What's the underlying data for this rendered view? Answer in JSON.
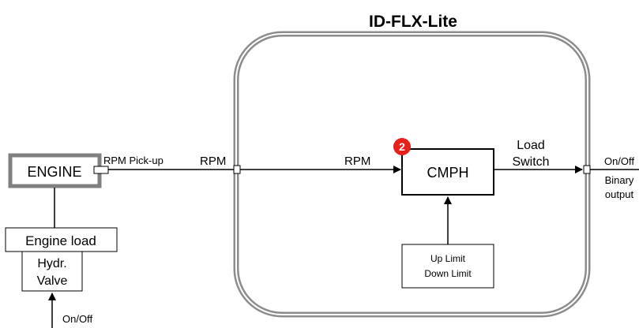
{
  "title": "ID-FLX-Lite",
  "engine": {
    "label": "ENGINE",
    "pickup_label": "RPM Pick-up"
  },
  "engine_load": {
    "label": "Engine load"
  },
  "hydr_valve": {
    "line1": "Hydr.",
    "line2": "Valve"
  },
  "bottom_input": {
    "label": "On/Off"
  },
  "rpm_outer_label": "RPM",
  "rpm_inner_label": "RPM",
  "cmph": {
    "label": "CMPH",
    "badge": "2",
    "badge_color": "#e8201c"
  },
  "load_switch": {
    "line1": "Load",
    "line2": "Switch"
  },
  "output": {
    "line1": "On/Off",
    "line2": "Binary",
    "line3": "output"
  },
  "limits": {
    "line1": "Up Limit",
    "line2": "Down Limit"
  },
  "colors": {
    "frame": "#8c8c8c",
    "engine_border": "#808080",
    "line": "#000000"
  }
}
